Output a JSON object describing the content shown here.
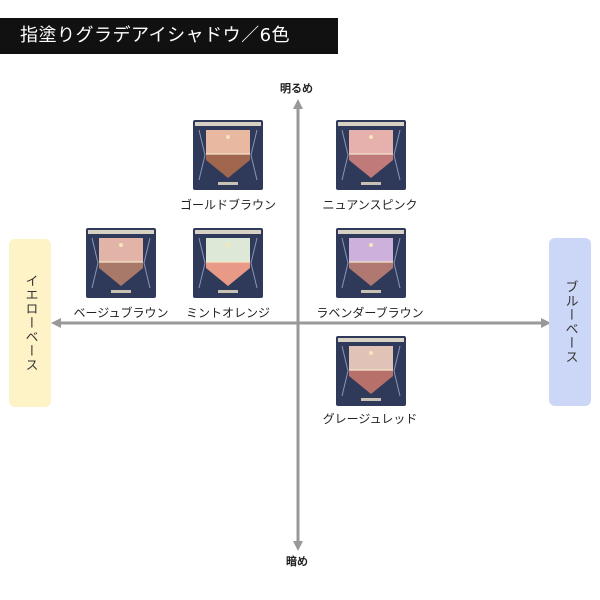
{
  "title": "指塗りグラデアイシャドウ／6色",
  "axis": {
    "top": "明るめ",
    "bottom": "暗め",
    "left": "イエローベース",
    "right": "ブルーベース"
  },
  "products": [
    {
      "name": "ゴールドブラウン",
      "top_color": "#e8b8a0",
      "bottom_color": "#a0664e"
    },
    {
      "name": "ニュアンスピンク",
      "top_color": "#e6b0ac",
      "bottom_color": "#c07a7a"
    },
    {
      "name": "ベージュブラウン",
      "top_color": "#e2b4a8",
      "bottom_color": "#a87868"
    },
    {
      "name": "ミントオレンジ",
      "top_color": "#dde8d6",
      "bottom_color": "#e89a86"
    },
    {
      "name": "ラベンダーブラウン",
      "top_color": "#cdb0dc",
      "bottom_color": "#b07870"
    },
    {
      "name": "グレージュレッド",
      "top_color": "#e0c2b6",
      "bottom_color": "#b8706a"
    }
  ],
  "colors": {
    "axis": "#999999",
    "package": "#2f3a5a",
    "yellow_base": "#fdf3c6",
    "blue_base": "#ccd6f6"
  }
}
